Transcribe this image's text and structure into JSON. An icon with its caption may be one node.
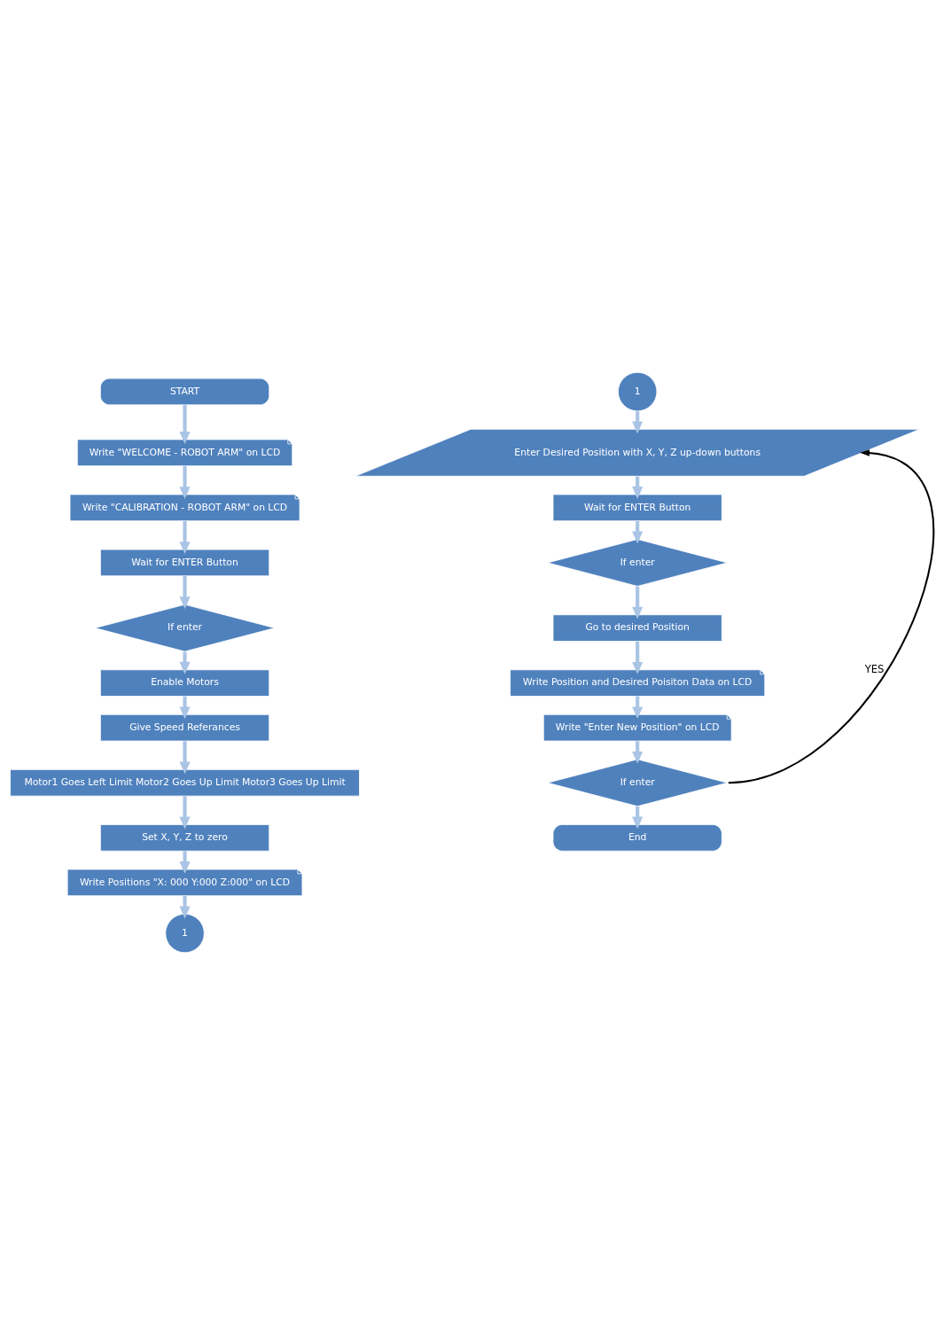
{
  "diagram": {
    "nodes": [
      {
        "text": [
          "START"
        ]
      },
      {
        "text": [
          "Write \"WELCOME - ROBOT ARM\" on LCD"
        ]
      },
      {
        "text": [
          "Write \"CALIBRATION - ROBOT ARM\" on LCD"
        ]
      },
      {
        "text": [
          "Wait for ENTER Button"
        ]
      },
      {
        "text": [
          "If enter"
        ]
      },
      {
        "text": [
          "Enable Motors"
        ]
      },
      {
        "text": [
          "Give Speed Referances"
        ]
      },
      {
        "text": [
          "Motor1 Goes Left Limit Motor2 Goes Up Limit Motor3 Goes Up Limit"
        ]
      },
      {
        "text": [
          "Set X, Y, Z to zero"
        ]
      },
      {
        "text": [
          "Write Positions \"X: 000 Y:000 Z:000\" on LCD"
        ]
      },
      {
        "text": [
          "1"
        ]
      },
      {
        "text": [
          "1"
        ]
      },
      {
        "text": [
          "Enter Desired Position with X, Y, Z up-down buttons"
        ]
      },
      {
        "text": [
          "Wait for ENTER Button"
        ]
      },
      {
        "text": [
          "If enter"
        ]
      },
      {
        "text": [
          "Go to desired Position"
        ]
      },
      {
        "text": [
          "Write Position and Desired Poisiton Data on LCD"
        ]
      },
      {
        "text": [
          "Write \"Enter New Position\" on LCD"
        ]
      },
      {
        "text": [
          "If enter"
        ]
      },
      {
        "text": [
          "End"
        ]
      }
    ],
    "edges": [
      {
        "from": 0,
        "to": 1,
        "arrow": "to"
      },
      {
        "from": 1,
        "to": 2,
        "arrow": "to"
      },
      {
        "from": 2,
        "to": 3,
        "arrow": "to"
      },
      {
        "from": 3,
        "to": 4,
        "arrow": "to"
      },
      {
        "from": 4,
        "to": 5,
        "arrow": "to"
      },
      {
        "from": 5,
        "to": 6,
        "arrow": "to"
      },
      {
        "from": 6,
        "to": 7,
        "arrow": "to"
      },
      {
        "from": 7,
        "to": 8,
        "arrow": "to"
      },
      {
        "from": 8,
        "to": 9,
        "arrow": "to"
      },
      {
        "from": 9,
        "to": 10,
        "arrow": "to"
      },
      {
        "from": 11,
        "to": 12,
        "arrow": "to"
      },
      {
        "from": 12,
        "to": 13,
        "arrow": "to"
      },
      {
        "from": 13,
        "to": 14,
        "arrow": "to"
      },
      {
        "from": 14,
        "to": 15,
        "arrow": "to"
      },
      {
        "from": 15,
        "to": 16,
        "arrow": "to"
      },
      {
        "from": 16,
        "to": 17,
        "arrow": "to"
      },
      {
        "from": 17,
        "to": 18,
        "arrow": "to"
      },
      {
        "from": 18,
        "to": 19,
        "arrow": "to"
      },
      {
        "from": 18,
        "to": 12,
        "arrow": "to",
        "label": "YES",
        "color": "#000000"
      }
    ]
  }
}
